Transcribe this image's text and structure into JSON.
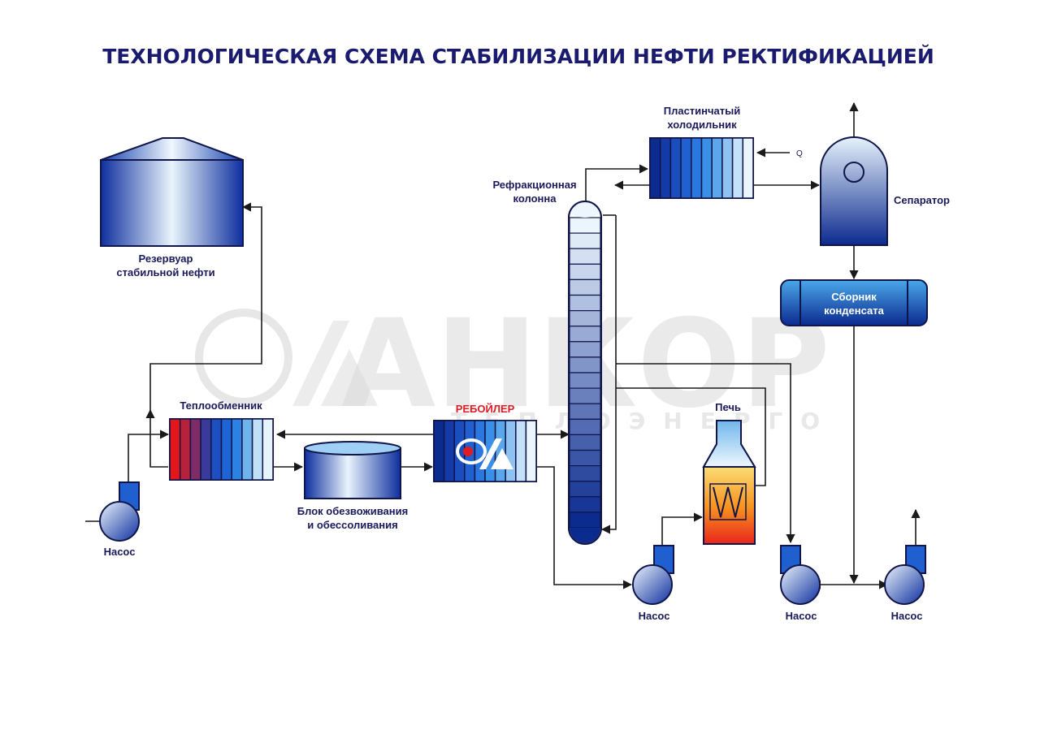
{
  "title": "ТЕХНОЛОГИЧЕСКАЯ СХЕМА СТАБИЛИЗАЦИИ НЕФТИ РЕКТИФИКАЦИЕЙ",
  "watermark": {
    "main": "АНКОР",
    "sub": "ТЕПЛОЭНЕРГО"
  },
  "labels": {
    "reservoir": [
      "Резервуар",
      "стабильной нефти"
    ],
    "heat_exchanger": "Теплообменник",
    "pump": "Насос",
    "dehydration": [
      "Блок обезвоживания",
      "и обессоливания"
    ],
    "reboiler": "РЕБОЙЛЕР",
    "column": [
      "Рефракционная",
      "колонна"
    ],
    "cooler": [
      "Пластинчатый",
      "холодильник"
    ],
    "q": "Q",
    "separator": "Сепаратор",
    "collector": [
      "Сборник",
      "конденсата"
    ],
    "furnace": "Печь"
  },
  "colors": {
    "title": "#1a1a6e",
    "dark_blue": "#0b2a8f",
    "mid_blue": "#1f6fd6",
    "light_blue": "#dff0fb",
    "red": "#e01b22",
    "line": "#1a1a1a"
  }
}
